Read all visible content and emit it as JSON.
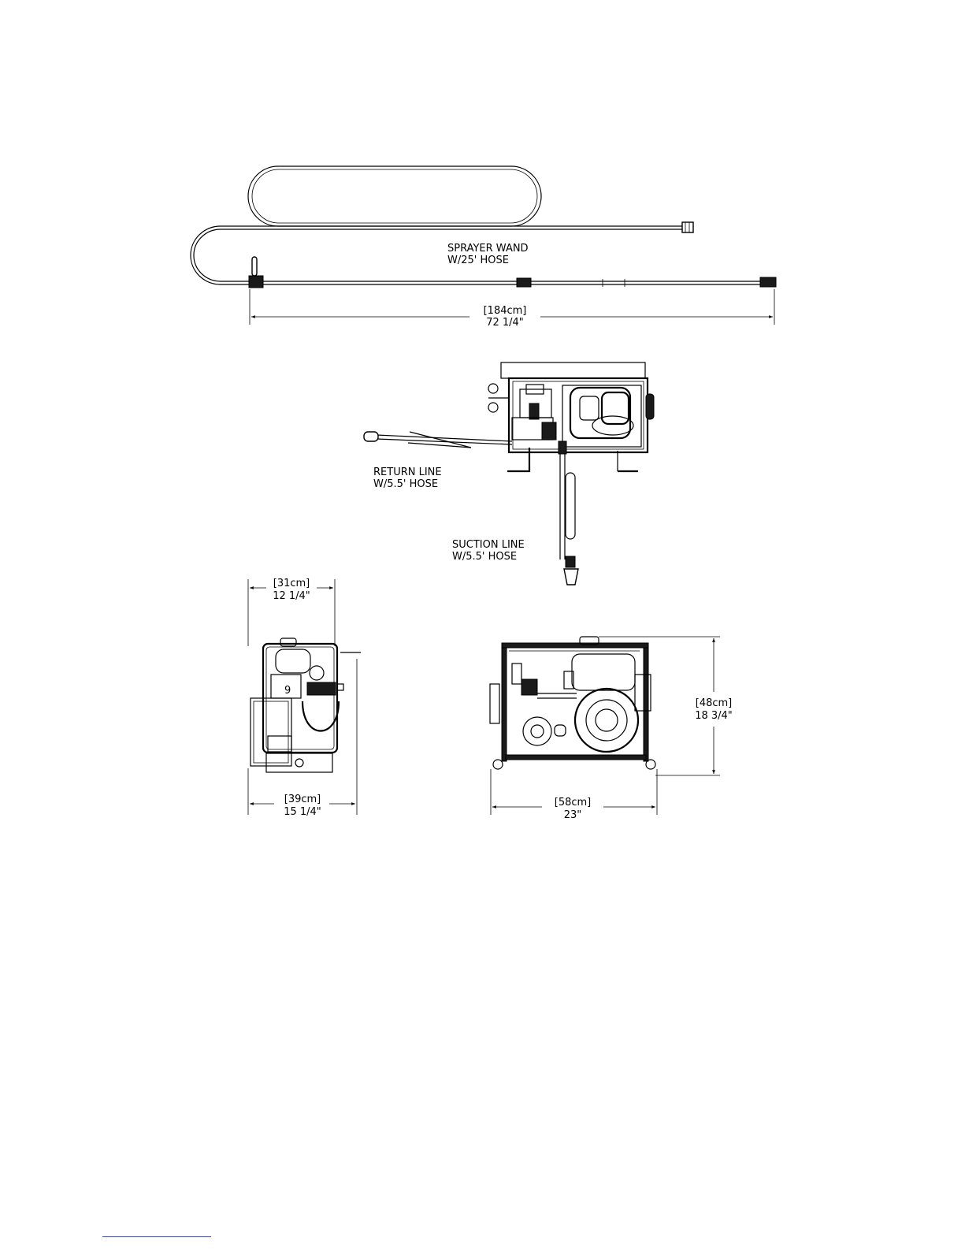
{
  "labels": {
    "wand_line1": "SPRAYER WAND",
    "wand_line2": "W/25' HOSE",
    "return_line1": "RETURN LINE",
    "return_line2": "W/5.5' HOSE",
    "suction_line1": "SUCTION LINE",
    "suction_line2": "W/5.5' HOSE",
    "engine_mark": "9"
  },
  "dimensions": {
    "wand_length_metric": "[184cm]",
    "wand_length_imperial": "72 1/4\"",
    "side_top_width_metric": "[31cm]",
    "side_top_width_imperial": "12 1/4\"",
    "side_bottom_width_metric": "[39cm]",
    "side_bottom_width_imperial": "15 1/4\"",
    "front_width_metric": "[58cm]",
    "front_width_imperial": "23\"",
    "front_height_metric": "[48cm]",
    "front_height_imperial": "18 3/4\""
  }
}
